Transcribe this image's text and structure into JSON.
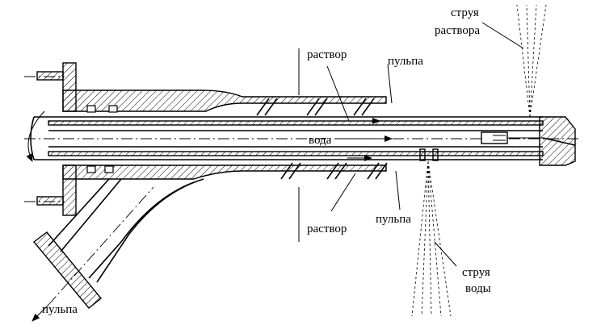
{
  "labels": {
    "rastvor_top": "раствор",
    "pulpa_top": "пульпа",
    "struya_rastvora_1": "струя",
    "struya_rastvora_2": "раствора",
    "voda": "вода",
    "rastvor_bottom": "раствор",
    "pulpa_bottom": "пульпа",
    "struya_vody_1": "струя",
    "struya_vody_2": "воды",
    "pulpa_outlet": "пульпа"
  },
  "colors": {
    "ink": "#000000",
    "background": "#ffffff"
  }
}
